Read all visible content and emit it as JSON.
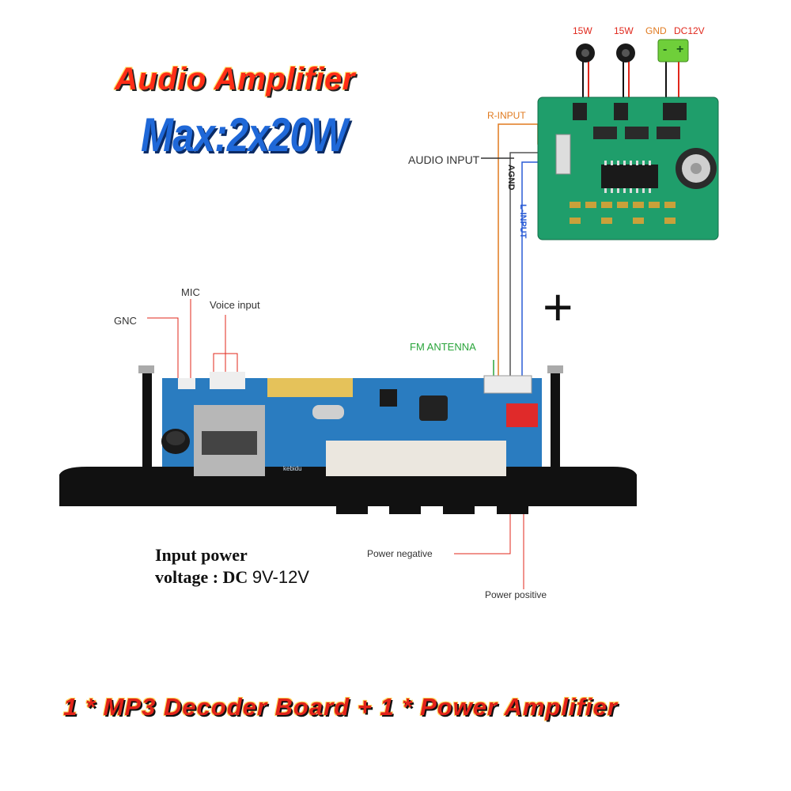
{
  "header": {
    "title": "Audio Amplifier",
    "subtitle": "Max:2x20W"
  },
  "amplifier_board": {
    "speaker_left_label": "15W",
    "speaker_right_label": "15W",
    "gnd_label": "GND",
    "dc_label": "DC12V",
    "power_connector_minus": "-",
    "power_connector_plus": "+",
    "audio_input_label": "AUDIO INPUT",
    "r_input_label": "R-INPUT",
    "agnd_label": "AGND",
    "l_input_label": "L-INPUT"
  },
  "plus_sign": "+",
  "decoder_board": {
    "mic_label": "MIC",
    "voice_input_label": "Voice input",
    "gnc_label": "GNC",
    "fm_antenna_label": "FM ANTENNA",
    "power_negative_label": "Power negative",
    "power_positive_label": "Power positive",
    "silk_brand": "kebidu"
  },
  "power_spec": {
    "line1": "Input power",
    "line2_prefix": "voltage : DC ",
    "line2_value": "9V-12V"
  },
  "footer": {
    "caption": "1 * MP3 Decoder Board + 1 * Power Amplifier"
  },
  "colors": {
    "title_red": "#ff2d16",
    "title_blue": "#1f68d8",
    "pcb_green": "#1f9e6b",
    "pcb_blue": "#2a7cc0",
    "wire_orange": "#e07a1f",
    "wire_blue": "#2a5cd6",
    "wire_red": "#e0271b"
  }
}
